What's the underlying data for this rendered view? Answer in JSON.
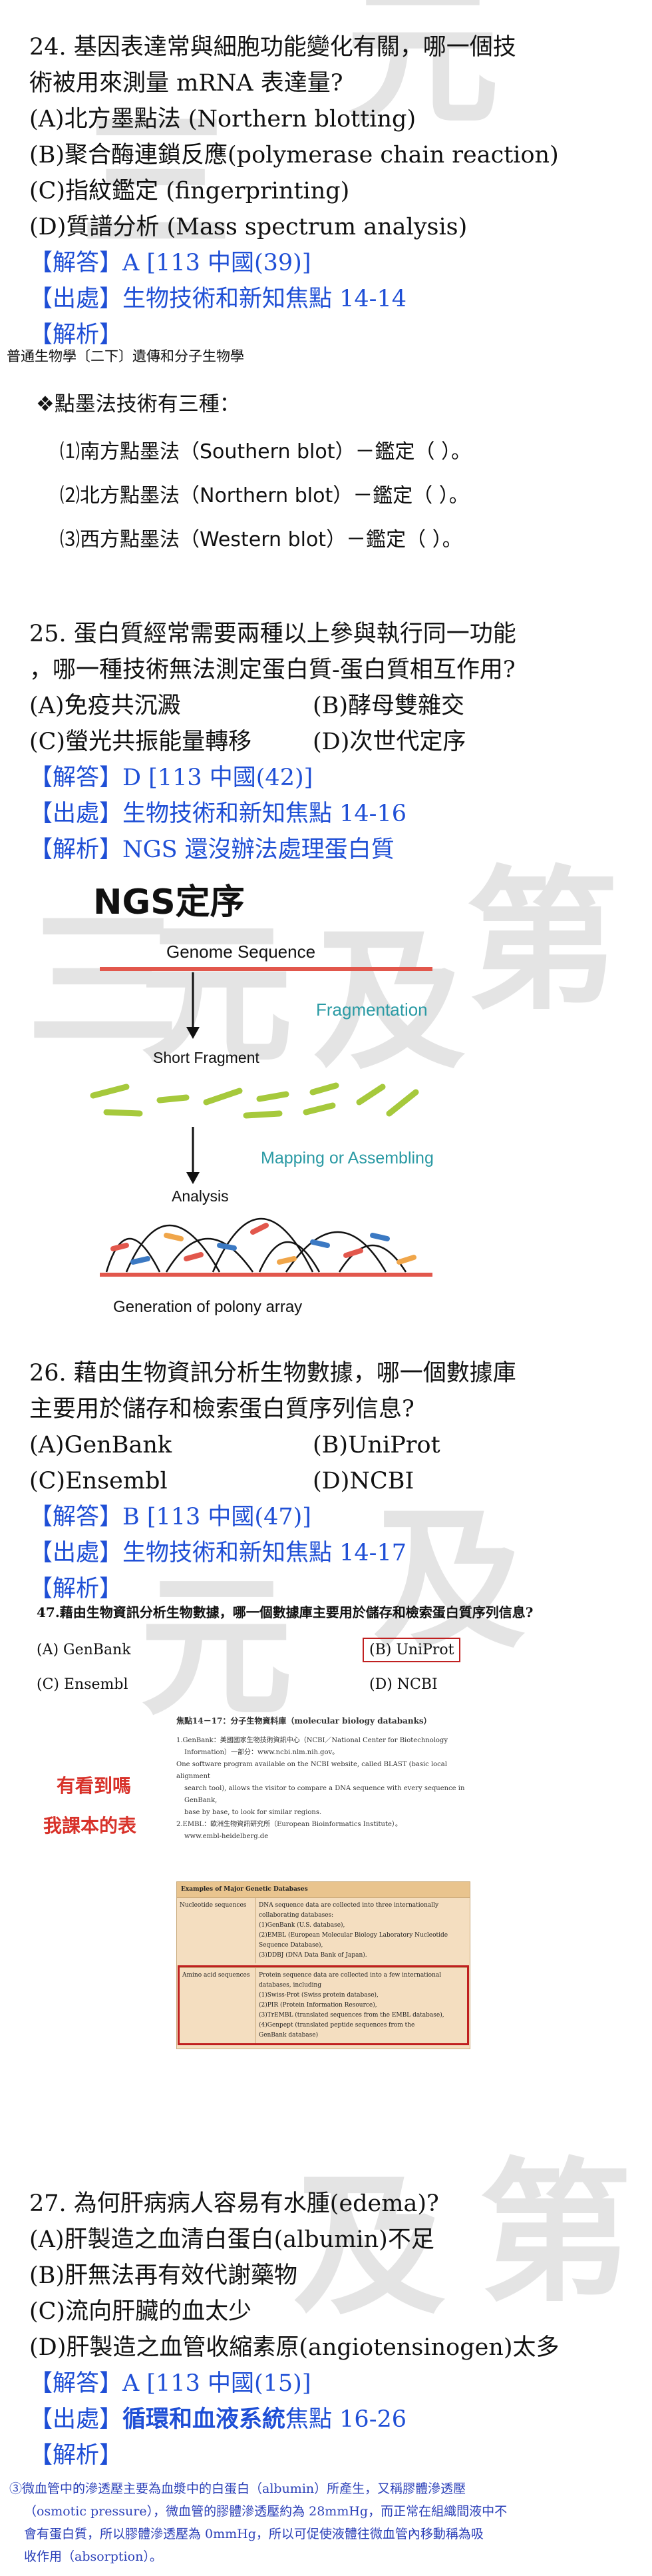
{
  "watermark": {
    "char1": "三",
    "char2": "元",
    "char3": "及",
    "char4": "第"
  },
  "q24": {
    "stem1": "24. 基因表達常與細胞功能變化有關，哪一個技",
    "stem2": "術被用來測量 mRNA 表達量?",
    "a": "(A)北方墨點法  (Northern blotting)",
    "b": "(B)聚合酶連鎖反應(polymerase chain reaction)",
    "c": "(C)指紋鑑定  (fingerprinting)",
    "d": "(D)質譜分析  (Mass spectrum analysis)",
    "answer": "【解答】A    [113 中國(39)]",
    "source": "【出處】生物技術和新知焦點 14-14",
    "explain": "【解析】",
    "book": "普通生物學〔二下〕遺傳和分子生物學",
    "blot_title": "❖點墨法技術有三種：",
    "blot1": "⑴南方點墨法（Southern blot）－鑑定（          ）。",
    "blot2": "⑵北方點墨法（Northern blot）－鑑定（          ）。",
    "blot3": "⑶西方點墨法（Western blot）－鑑定（          ）。"
  },
  "q25": {
    "stem1": "25. 蛋白質經常需要兩種以上參與執行同一功能",
    "stem2": "，哪一種技術無法測定蛋白質-蛋白質相互作用?",
    "a": "(A)免疫共沉澱",
    "b": "(B)酵母雙雜交",
    "c": "(C)螢光共振能量轉移",
    "d": "(D)次世代定序",
    "answer": "【解答】D    [113 中國(42)]",
    "source": "【出處】生物技術和新知焦點 14-16",
    "explain": "【解析】NGS 還沒辦法處理蛋白質",
    "fig": {
      "title": "NGS定序",
      "genome": "Genome Sequence",
      "frag": "Fragmentation",
      "short": "Short Fragment",
      "mapping": "Mapping or Assembling",
      "analysis": "Analysis",
      "polony": "Generation of polony array",
      "colors": {
        "green": "#a6c93c",
        "red": "#e2574c",
        "blue": "#3b79c3",
        "orange": "#f0a64a",
        "teal": "#2a9aa4"
      }
    }
  },
  "q26": {
    "stem1": "26. 藉由生物資訊分析生物數據，哪一個數據庫",
    "stem2": "主要用於儲存和檢索蛋白質序列信息?",
    "a": "(A)GenBank",
    "b": "(B)UniProt",
    "c": "(C)Ensembl",
    "d": "(D)NCBI",
    "answer": "【解答】B    [113 中國(47)]",
    "source": "【出處】生物技術和新知焦點 14-17",
    "explain": "【解析】",
    "fig": {
      "question": "47.藉由生物資訊分析生物數據，哪一個數據庫主要用於儲存和檢索蛋白質序列信息?",
      "a": "(A) GenBank",
      "b": "(B) UniProt",
      "c": "(C) Ensembl",
      "d": "(D) NCBI",
      "note1": "有看到嗎",
      "note2": "我課本的表",
      "focus": "焦點14－17：分子生物資料庫（molecular biology databanks）",
      "p1": "1.GenBank：美國國家生物技術資訊中心（NCBI／National Center for Biotechnology",
      "p1b": "Information）一部分：www.ncbi.nlm.nih.gov。",
      "p2": "One software program available on the NCBI website, called BLAST (basic local alignment",
      "p2b": "search tool), allows the visitor to compare a DNA sequence with every sequence in GenBank,",
      "p2c": "base by base, to look for similar regions.",
      "p3": "2.EMBL：歐洲生物資訊研究所（European Bioinformatics Institute）。",
      "p3b": "www.embl-heidelberg.de",
      "table_title": "Examples of Major Genetic Databases",
      "row1_head": "Nucleotide sequences",
      "row1_1": "DNA sequence data are collected into three internationally",
      "row1_2": "collaborating databases:",
      "row1_3": "(1)GenBank (U.S. database),",
      "row1_4": "(2)EMBL (European Molecular Biology Laboratory Nucleotide",
      "row1_5": "Sequence Database),",
      "row1_6": "(3)DDBJ (DNA Data Bank of Japan).",
      "row2_head": "Amino acid sequences",
      "row2_1": "Protein sequence data are collected into a few international",
      "row2_2": "databases, including",
      "row2_3": "(1)Swiss-Prot (Swiss protein database),",
      "row2_4": "(2)PIR (Protein Information Resource),",
      "row2_5": "(3)TrEMBL (translated sequences from the EMBL database),",
      "row2_6": "(4)Genpept (translated peptide sequences from the",
      "row2_7": "GenBank database)"
    }
  },
  "q27": {
    "stem1": "27. 為何肝病病人容易有水腫(edema)?",
    "a": "(A)肝製造之血清白蛋白(albumin)不足",
    "b": "(B)肝無法再有效代謝藥物",
    "c": "(C)流向肝臟的血太少",
    "d": "(D)肝製造之血管收縮素原(angiotensinogen)太多",
    "answer": "【解答】A    [113 中國(15)]",
    "source_a": "【出處】",
    "source_b": "循環和血液系統",
    "source_c": "焦點 16-26",
    "explain": "【解析】",
    "note1": "③微血管中的滲透壓主要為血漿中的白蛋白（albumin）所產生，又稱膠體滲透壓",
    "note2": "（osmotic pressure），微血管的膠體滲透壓約為 28mmHg，而正常在組織間液中不",
    "note3": "會有蛋白質，所以膠體滲透壓為 0mmHg，所以可促使液體往微血管內移動稱為吸",
    "note4": "收作用（absorption）。"
  }
}
